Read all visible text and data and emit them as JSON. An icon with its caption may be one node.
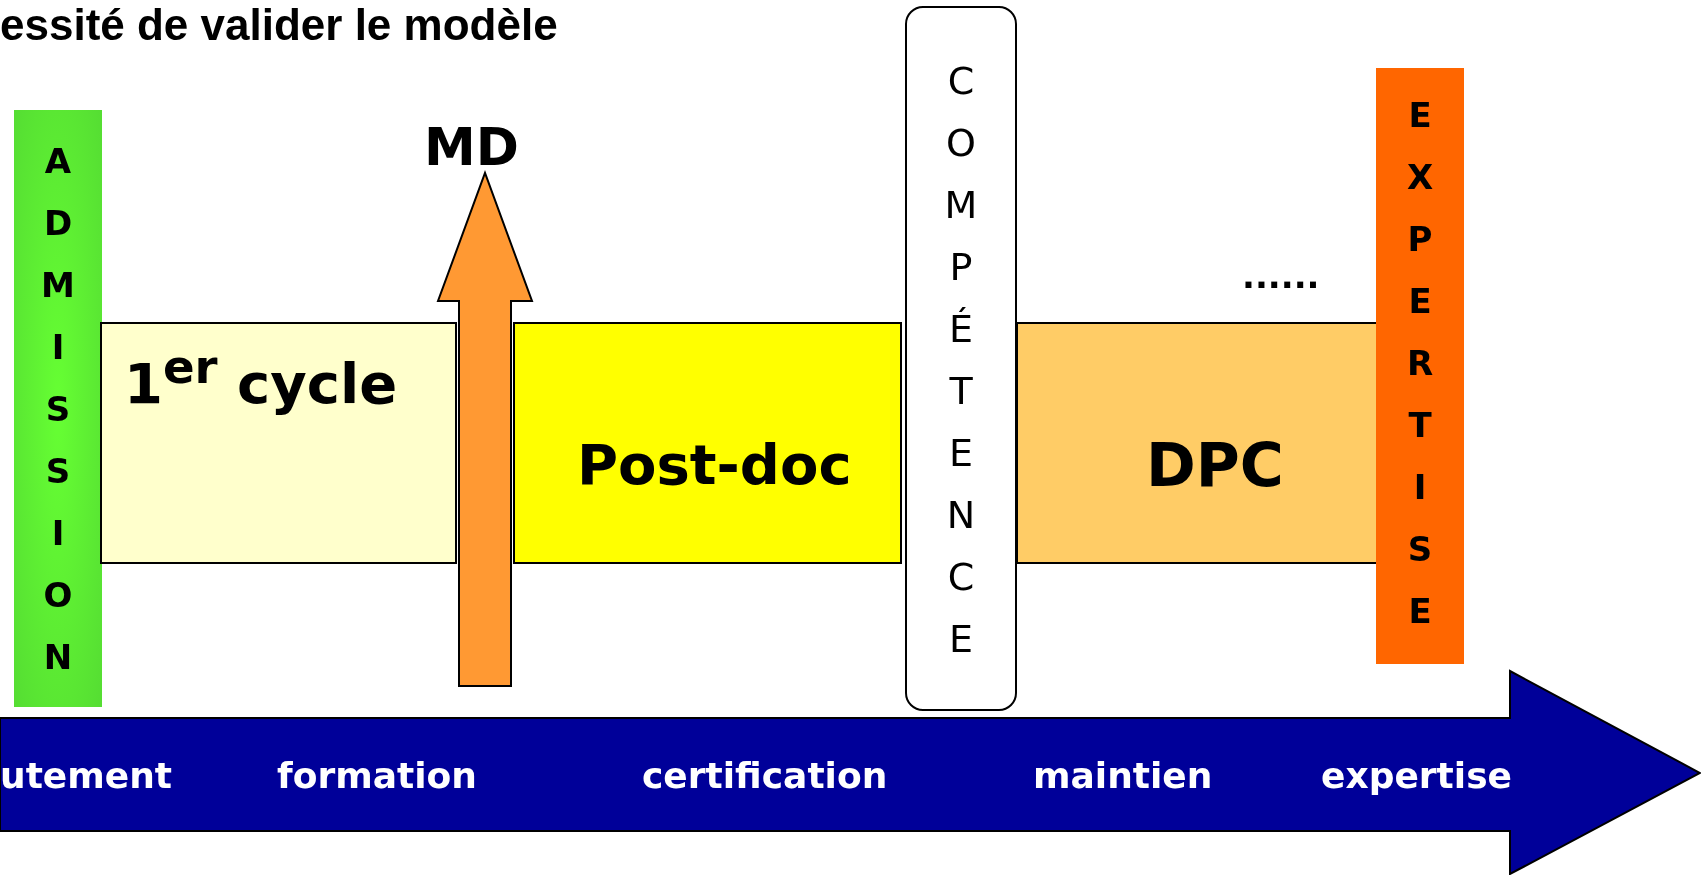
{
  "diagram": {
    "title": "essité de valider le modèle",
    "nodes": [
      {
        "text": [
          "ADMISSION"
        ]
      },
      {
        "text": [
          "1$^{er}$ cycle"
        ]
      },
      {
        "text": [
          "MD"
        ]
      },
      {
        "text": [
          "Post-doc"
        ]
      },
      {
        "text": [
          "COMPÉTENCE"
        ]
      },
      {
        "text": [
          "DPC"
        ]
      },
      {
        "text": [
          "EXPERTISE"
        ]
      },
      {
        "text": [
          "utement",
          "formation",
          "certification",
          "maintien",
          "expertise"
        ]
      }
    ],
    "edges": [
      {
        "from": null,
        "to": 2,
        "arrow": "to",
        "style": "thick",
        "color": "#ff9933"
      }
    ],
    "labels": [
      "......"
    ]
  }
}
